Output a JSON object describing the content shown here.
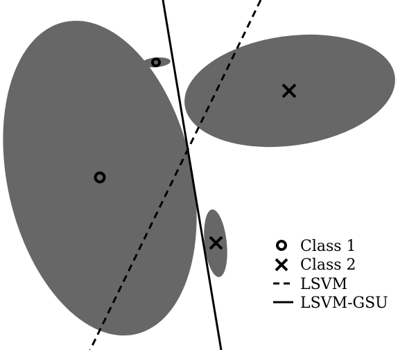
{
  "legend": {
    "class1_label": "Class 1",
    "class2_label": "Class 2",
    "lsvm_label": "LSVM",
    "lsvm_gsu_label": "LSVM-GSU"
  },
  "colors": {
    "uncertainty_ellipse": "#676767",
    "marker": "#000000",
    "line": "#000000",
    "background": "#ffffff"
  },
  "icons": {
    "class1_marker": "open-circle",
    "class2_marker": "cross-x",
    "lsvm_line": "dashed-line",
    "lsvm_gsu_line": "solid-line"
  }
}
